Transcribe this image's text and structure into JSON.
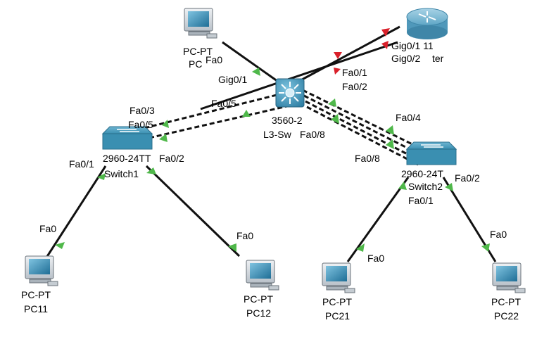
{
  "colors": {
    "link": "#111111",
    "link_up": "#4fb84a",
    "link_down": "#d9202a",
    "device_blue": "#3e8fb0",
    "device_dark": "#2b6f8c",
    "pc_body": "#d8dde2",
    "pc_screen": "#2f7fa6"
  },
  "devices": [
    {
      "id": "pc_top",
      "icon": "pc-icon",
      "type": "PC-PT",
      "name": "PC"
    },
    {
      "id": "router",
      "icon": "router-icon",
      "type": "Gig0/1 11",
      "name": "ter"
    },
    {
      "id": "l3",
      "icon": "multilayer-switch-icon",
      "type": "3560-2",
      "name": "L3-Sw"
    },
    {
      "id": "sw1",
      "icon": "switch-icon",
      "type": "2960-24TT",
      "name": "Switch1"
    },
    {
      "id": "sw2",
      "icon": "switch-icon",
      "type": "2960-24T",
      "name": "Switch2"
    },
    {
      "id": "pc11",
      "icon": "pc-icon",
      "type": "PC-PT",
      "name": "PC11"
    },
    {
      "id": "pc12",
      "icon": "pc-icon",
      "type": "PC-PT",
      "name": "PC12"
    },
    {
      "id": "pc21",
      "icon": "pc-icon",
      "type": "PC-PT",
      "name": "PC21"
    },
    {
      "id": "pc22",
      "icon": "pc-icon",
      "type": "PC-PT",
      "name": "PC22"
    }
  ],
  "port_labels": [
    {
      "id": "pctop-fa0",
      "text": "Fa0"
    },
    {
      "id": "l3-gig01",
      "text": "Gig0/1"
    },
    {
      "id": "l3-fa05",
      "text": "Fa0/5"
    },
    {
      "id": "l3-fa01",
      "text": "Fa0/1"
    },
    {
      "id": "l3-fa02",
      "text": "Fa0/2"
    },
    {
      "id": "l3-fa08",
      "text": "Fa0/8"
    },
    {
      "id": "r-gig02",
      "text": "Gig0/2"
    },
    {
      "id": "sw1-fa03",
      "text": "Fa0/3"
    },
    {
      "id": "sw1-fa05",
      "text": "Fa0/5"
    },
    {
      "id": "sw1-fa01",
      "text": "Fa0/1"
    },
    {
      "id": "sw1-fa02",
      "text": "Fa0/2"
    },
    {
      "id": "sw2-fa04",
      "text": "Fa0/4"
    },
    {
      "id": "sw2-fa08",
      "text": "Fa0/8"
    },
    {
      "id": "sw2-fa01",
      "text": "Fa0/1"
    },
    {
      "id": "sw2-fa02",
      "text": "Fa0/2"
    },
    {
      "id": "pc11-fa0",
      "text": "Fa0"
    },
    {
      "id": "pc12-fa0",
      "text": "Fa0"
    },
    {
      "id": "pc21-fa0",
      "text": "Fa0"
    },
    {
      "id": "pc22-fa0",
      "text": "Fa0"
    }
  ]
}
